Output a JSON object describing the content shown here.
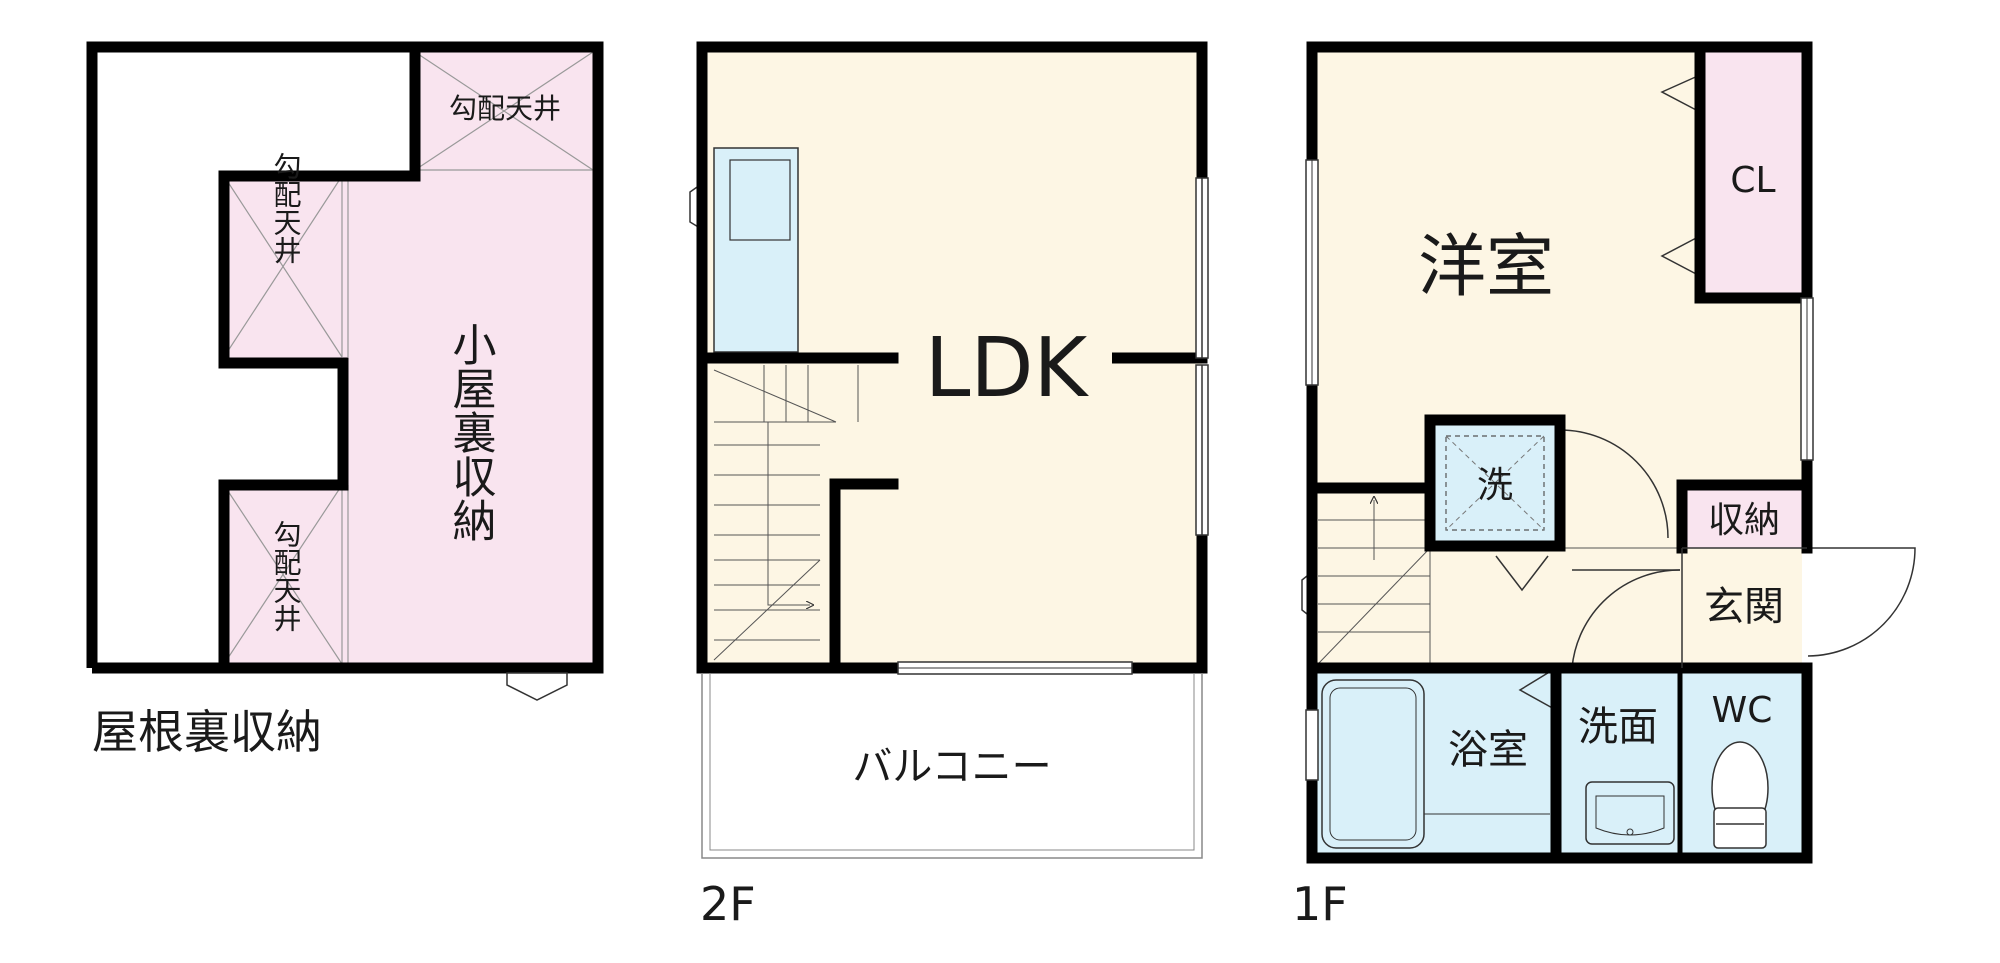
{
  "colors": {
    "wall": "#000000",
    "attic_pink": "#f9e4ef",
    "room_cream": "#fdf6e4",
    "wet_blue": "#d9f0f9",
    "line": "#333333",
    "balcony_line": "#888888"
  },
  "attic": {
    "floor_label": "屋根裏収納",
    "sloped_ceiling_top": "勾配天井",
    "sloped_ceiling_upper": "勾配天井",
    "sloped_ceiling_lower": "勾配天井",
    "storage": "小屋裏収納"
  },
  "second_floor": {
    "floor_label": "2F",
    "ldk": "LDK",
    "balcony": "バルコニー"
  },
  "first_floor": {
    "floor_label": "1F",
    "western_room": "洋室",
    "closet": "CL",
    "washer": "洗",
    "storage": "収納",
    "entrance": "玄関",
    "bathroom": "浴室",
    "washroom": "洗面",
    "toilet": "WC"
  }
}
